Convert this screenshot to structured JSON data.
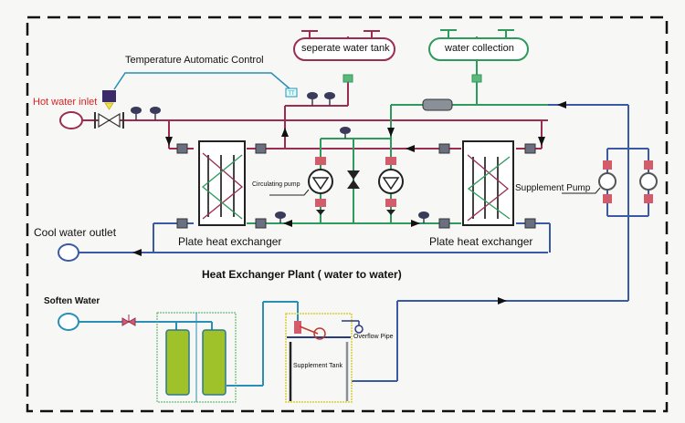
{
  "diagram": {
    "title": "Heat Exchanger Plant ( water to water)",
    "labels": {
      "temperature_control": "Temperature Automatic Control",
      "hot_water_inlet": "Hot water inlet",
      "cool_water_outlet": "Cool water outlet",
      "soften_water": "Soften Water",
      "separate_tank": "seperate water tank",
      "water_collection": "water collection",
      "circulating_pump": "Circulating pump",
      "supplement_pump": "Supplement Pump",
      "plate_hx_left": "Plate heat exchanger",
      "plate_hx_right": "Plate heat exchanger",
      "overflow_pipe": "Overflow Pipe",
      "supplement_tank": "Supplement Tank",
      "tt_sensor": "TT"
    },
    "colors": {
      "hot_pipe": "#9b2d52",
      "green_pipe": "#2e9a5c",
      "blue_pipe": "#3b5aa6",
      "cyan_pipe": "#2a8fb5",
      "hot_label": "#e02020",
      "softener_fill": "#9fc12a",
      "tank_frame": "#d9cf3a",
      "border": "#111111"
    }
  }
}
